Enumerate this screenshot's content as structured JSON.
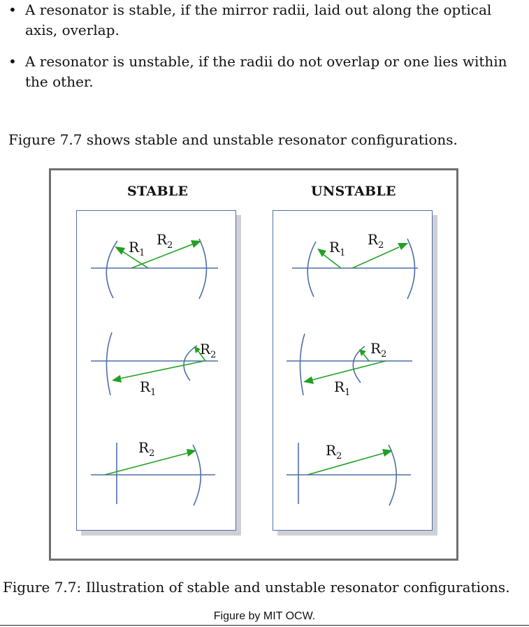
{
  "bullets": [
    {
      "marker": "•",
      "text": "A resonator is stable, if the mirror radii, laid out along the optical axis, overlap."
    },
    {
      "marker": "•",
      "text": "A resonator is unstable, if the radii do not overlap or one lies within the other."
    }
  ],
  "intro_text": "Figure 7.7 shows stable and unstable resonator configurations.",
  "figure": {
    "panels": [
      {
        "title": "STABLE"
      },
      {
        "title": "UNSTABLE"
      }
    ],
    "labels": {
      "r1_base": "R",
      "r2_base": "R",
      "r1_sub": "1",
      "r2_sub": "2"
    },
    "colors": {
      "axis_and_mirrors": "#4e6fa8",
      "radius_arrows": "#21a121",
      "frame": "#6f6f6f",
      "panel_shadow": "#cfcfd6"
    }
  },
  "caption": "Figure 7.7: Illustration of stable and unstable resonator configurations.",
  "credit": "Figure by MIT OCW."
}
